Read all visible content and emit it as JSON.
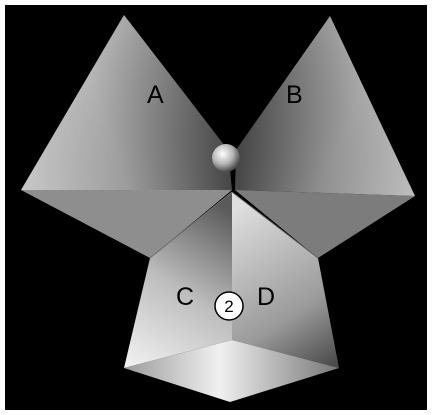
{
  "diagram": {
    "face_labels": {
      "a": "A",
      "b": "B",
      "c": "C",
      "d": "D"
    },
    "badge": "2",
    "colors": {
      "background": "#000000",
      "frame": "#ffffff",
      "surface_light": "#f4f4f4",
      "surface_mid": "#a8a8a8",
      "surface_dark": "#333333",
      "label": "#000000"
    },
    "icons": {
      "sphere": "gray-sphere-icon"
    }
  }
}
